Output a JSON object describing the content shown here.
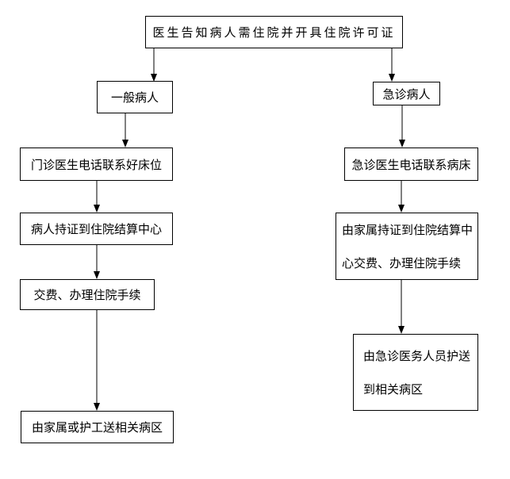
{
  "colors": {
    "background": "#ffffff",
    "border": "#000000",
    "text": "#000000",
    "connector": "#000000"
  },
  "nodes": {
    "start": {
      "label": "医生告知病人需住院并开具住院许可证"
    },
    "general_patient": {
      "label": "一般病人"
    },
    "emergency_patient": {
      "label": "急诊病人"
    },
    "outpatient_call": {
      "label": "门诊医生电话联系好床位"
    },
    "er_call": {
      "label": "急诊医生电话联系病床"
    },
    "hold_cert": {
      "label": "病人持证到住院结算中心"
    },
    "family_cert": {
      "line1": "由家属持证到住院结算中",
      "line2": "心交费、办理住院手续"
    },
    "pay": {
      "label": "交费、办理住院手续"
    },
    "er_escort": {
      "line1": "由急诊医务人员护送",
      "line2": "到相关病区"
    },
    "family_escort": {
      "label": "由家属或护工送相关病区"
    }
  }
}
